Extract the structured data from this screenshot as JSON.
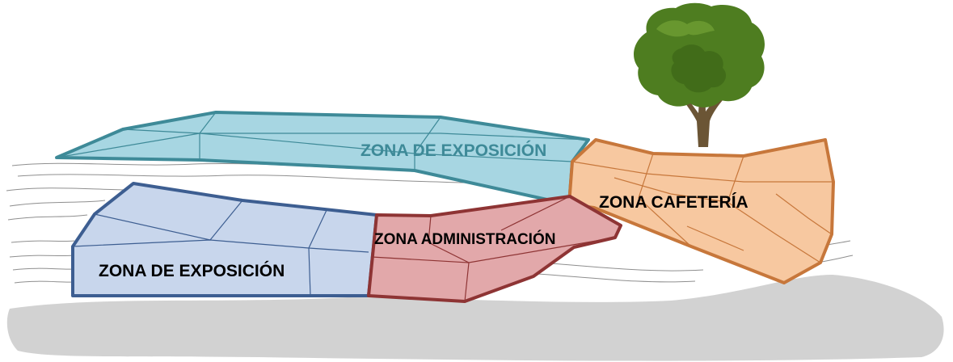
{
  "diagram": {
    "zones": [
      {
        "id": "expo-top",
        "label": "ZONA DE EXPOSICIÓN",
        "fill": "#a7d6e2",
        "stroke": "#3e8a98",
        "text_color": "#3e8a98"
      },
      {
        "id": "expo-bottom",
        "label": "ZONA DE EXPOSICIÓN",
        "fill": "#c8d6ec",
        "stroke": "#3d5e91",
        "text_color": "#000000"
      },
      {
        "id": "admin",
        "label": "ZONA ADMINISTRACIÓN",
        "fill": "#e2a8aa",
        "stroke": "#8e3434",
        "text_color": "#000000"
      },
      {
        "id": "cafe",
        "label": "ZONA CAFETERÍA",
        "fill": "#f7c8a0",
        "stroke": "#c7773b",
        "text_color": "#000000"
      }
    ],
    "ground_color": "#d2d2d2",
    "tree": {
      "icon": "tree-icon",
      "foliage_color": "#4e7d20",
      "trunk_color": "#6b5535"
    }
  }
}
